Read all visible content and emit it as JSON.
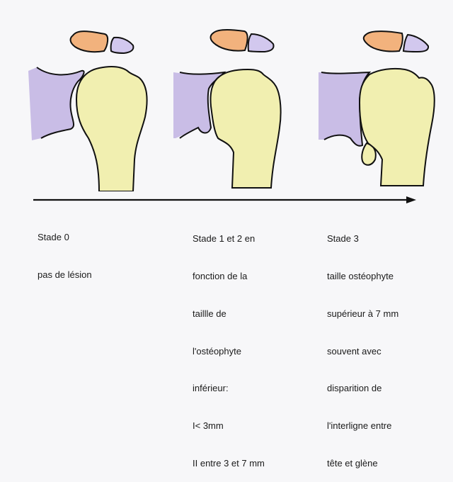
{
  "figure": {
    "type": "shoulder-osteophyte-staging-diagram",
    "colors": {
      "humerus": "#f1efb0",
      "glenoid_scapula": "#c9bde6",
      "acromion": "#f2b27d",
      "coracoid_clavicle": "#d2c8ee",
      "outline": "#111111",
      "background": "#f7f7f9"
    }
  },
  "timeline": {
    "direction": "left-to-right",
    "arrow": "progression-arrow"
  },
  "stages": [
    {
      "id": "stade-0",
      "title": "Stade 0",
      "lines": [
        "Stade 0",
        "pas de lésion"
      ]
    },
    {
      "id": "stade-1-2",
      "title": "Stade 1 et 2 en",
      "lines": [
        "Stade 1 et 2 en",
        "fonction de la",
        "taillle de",
        "l'ostéophyte",
        "inférieur:",
        "I< 3mm",
        "II entre 3 et 7 mm"
      ]
    },
    {
      "id": "stade-3",
      "title": "Stade 3",
      "lines": [
        "Stade 3",
        "taille ostéophyte",
        "supérieur à 7 mm",
        "souvent avec",
        "disparition de",
        "l'interligne entre",
        "tête et glène"
      ]
    }
  ]
}
